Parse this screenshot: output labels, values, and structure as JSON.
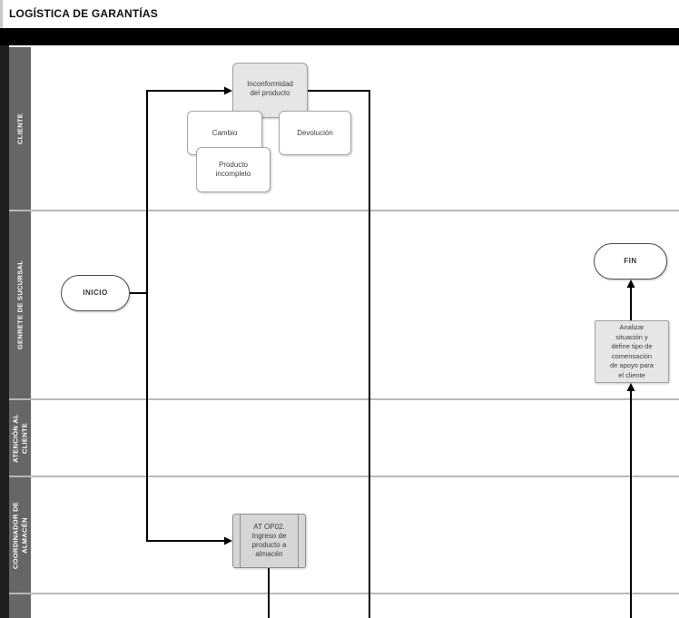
{
  "title": "LOGÍSTICA DE GARANTÍAS",
  "lanes": [
    {
      "label": "CLIENTE"
    },
    {
      "label": "GENRETE DE SUCURSAL"
    },
    {
      "label": "ATENCIÓN AL\nCLIENTE"
    },
    {
      "label": "COORDINADOR DE\nALMACÉN"
    },
    {
      "label": ""
    }
  ],
  "nodes": {
    "inicio": {
      "label": "INICIO",
      "type": "terminator"
    },
    "fin": {
      "label": "FIN",
      "type": "terminator"
    },
    "inconformidad": {
      "label": "Inconformidad\ndel producto",
      "type": "process-highlight"
    },
    "cambio": {
      "label": "Cambio",
      "type": "process"
    },
    "devolucion": {
      "label": "Devolución",
      "type": "process"
    },
    "producto_incompleto": {
      "label": "Producto\nincompleto",
      "type": "process"
    },
    "analizar": {
      "label": "Analizar\nsituación y\ndefine tipo de\ncomensación\nde apoyo para\nel cliente",
      "type": "process-highlight"
    },
    "at_op02": {
      "label": "AT OP02.\nIngreso de\nproducto a\nalmacén",
      "type": "subprocess"
    }
  },
  "edges": [
    {
      "from": "inicio",
      "to": "inconformidad"
    },
    {
      "from": "inicio",
      "to": "at_op02"
    },
    {
      "from": "inconformidad",
      "to": "offscreen_bottom"
    },
    {
      "from": "at_op02",
      "to": "offscreen_bottom"
    },
    {
      "from": "offscreen_bottom",
      "to": "analizar"
    },
    {
      "from": "analizar",
      "to": "fin"
    }
  ],
  "colors": {
    "header_bar": "#000000",
    "left_column": "#1f1f1f",
    "lane_label_bg": "#666666",
    "lane_divider": "#b8b8b8",
    "process_fill": "#ffffff",
    "highlight_fill": "#e6e6e6",
    "subprocess_fill": "#d6d6d6",
    "connector": "#000000"
  }
}
